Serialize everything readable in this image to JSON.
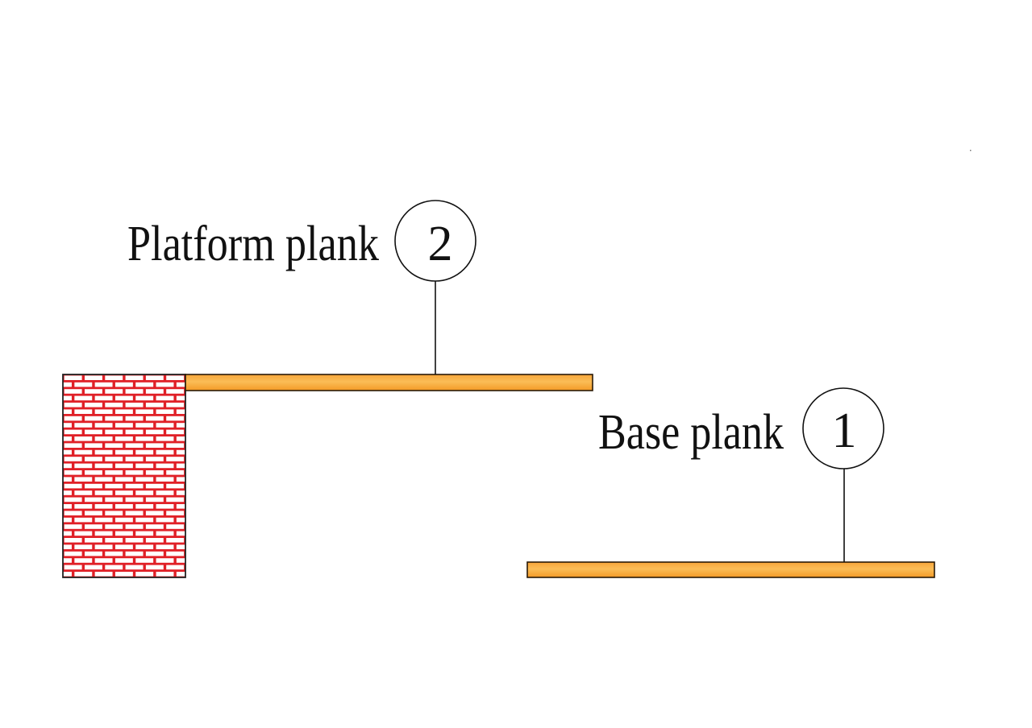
{
  "diagram": {
    "type": "scaffold-plank-diagram",
    "labels": {
      "platform": {
        "text": "Platform plank",
        "number": "2"
      },
      "base": {
        "text": "Base plank",
        "number": "1"
      }
    },
    "components": [
      {
        "id": "wall",
        "name": "Brick wall",
        "pattern": "running-bond brick"
      },
      {
        "id": "platform-plank",
        "name": "Platform plank",
        "callout": "2",
        "attached_to": "wall"
      },
      {
        "id": "base-plank",
        "name": "Base plank",
        "callout": "1"
      }
    ],
    "colors": {
      "brick_mortar": "#e02027",
      "brick_face": "#ffffff",
      "plank_light": "#fbbd57",
      "plank_dark": "#f39a26",
      "outline": "#111111",
      "background": "#ffffff"
    }
  }
}
